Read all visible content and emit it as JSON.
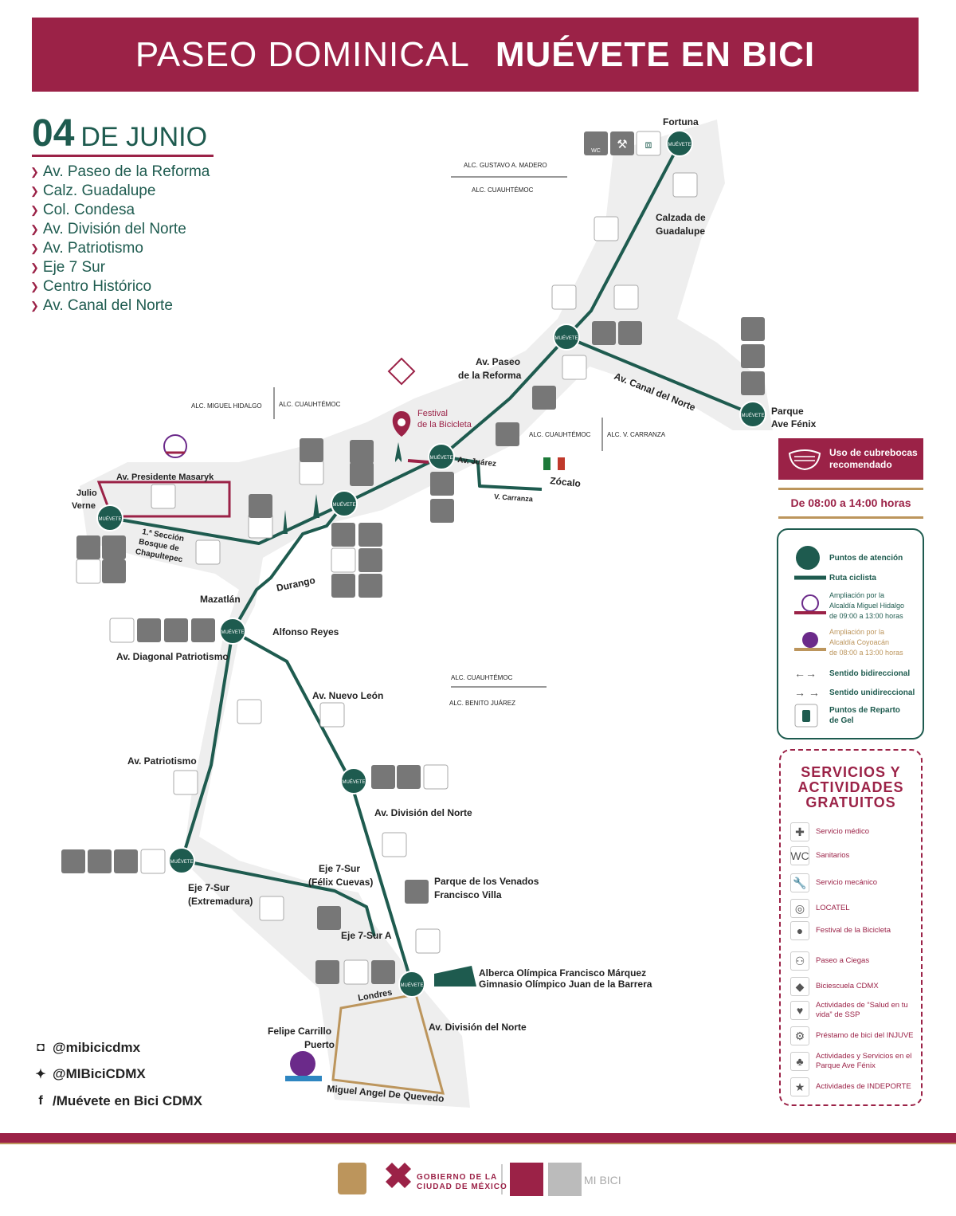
{
  "header": {
    "title_light": "PASEO DOMINICAL",
    "title_bold": "MUÉVETE EN BICI"
  },
  "date": {
    "day": "04",
    "text": "DE JUNIO"
  },
  "routes": [
    "Av. Paseo de la Reforma",
    "Calz. Guadalupe",
    "Col. Condesa",
    "Av. División del Norte",
    "Av. Patriotismo",
    "Eje 7 Sur",
    "Centro Histórico",
    "Av. Canal del Norte"
  ],
  "map_labels": {
    "fortuna": "Fortuna",
    "calzada_guadalupe": [
      "Calzada de",
      "Guadalupe"
    ],
    "alc_gam": "ALC. GUSTAVO A. MADERO",
    "alc_cuauh_1": "ALC. CUAUHTÉMOC",
    "av_paseo_reforma": [
      "Av. Paseo",
      "de la Reforma"
    ],
    "canal_norte": "Av. Canal del Norte",
    "parque_ave_fenix": [
      "Parque",
      "Ave Fénix"
    ],
    "alc_miguel_hidalgo": "ALC. MIGUEL HIDALGO",
    "alc_cuauh_2": "ALC. CUAUHTÉMOC",
    "festival": [
      "Festival",
      "de la Bicicleta"
    ],
    "alc_cuauh_3": "ALC. CUAUHTÉMOC",
    "alc_carranza": "ALC. V. CARRANZA",
    "av_juarez": "Av. Juárez",
    "zocalo": "Zócalo",
    "carranza": "V. Carranza",
    "masaryk": "Av. Presidente Masaryk",
    "julio_verne": [
      "Julio",
      "Verne"
    ],
    "bosque": [
      "1.ª Sección",
      "Bosque de",
      "Chapultepec"
    ],
    "mazatlan": "Mazatlán",
    "durango": "Durango",
    "alfonso_reyes": "Alfonso Reyes",
    "diagonal_patriotismo": "Av. Diagonal Patriotismo",
    "alc_cuauh_4": "ALC. CUAUHTÉMOC",
    "alc_bj": "ALC. BENITO JUÁREZ",
    "nuevo_leon": "Av. Nuevo León",
    "patriotismo": "Av. Patriotismo",
    "division_norte_1": "Av. División del Norte",
    "eje7_felix": [
      "Eje 7-Sur",
      "(Félix Cuevas)"
    ],
    "eje7_extremadura": [
      "Eje 7-Sur",
      "(Extremadura)"
    ],
    "venados": [
      "Parque de los Venados",
      "Francisco Villa"
    ],
    "eje7a": "Eje 7-Sur A",
    "alberca": [
      "Alberca Olímpica Francisco Márquez",
      "Gimnasio Olímpico Juan de la Barrera"
    ],
    "londres": "Londres",
    "felipe_carrillo": [
      "Felipe Carrillo",
      "Puerto"
    ],
    "division_norte_2": "Av. División del Norte",
    "miguel_angel": "Miguel Angel De Quevedo",
    "node_label": "MUÉVETE",
    "wc": "WC"
  },
  "mask_notice": [
    "Uso de cubrebocas",
    "recomendado"
  ],
  "hours": "De 08:00 a 14:00 horas",
  "legend": {
    "puntos_atencion": "Puntos de atención",
    "ruta_ciclista": "Ruta ciclista",
    "ampliacion_mh": [
      "Ampliación por la",
      "Alcaldía Miguel Hidalgo",
      "de 09:00 a 13:00 horas"
    ],
    "ampliacion_coy": [
      "Ampliación por la",
      "Alcaldía Coyoacán",
      "de 08:00 a 13:00 horas"
    ],
    "bidireccional": "Sentido bidireccional",
    "unidireccional": "Sentido unidireccional",
    "gel": [
      "Puntos de Reparto",
      "de Gel"
    ]
  },
  "services": {
    "title": [
      "SERVICIOS Y",
      "ACTIVIDADES",
      "GRATUITOS"
    ],
    "items": [
      {
        "icon": "medical-icon",
        "glyph": "✚",
        "label": "Servicio médico"
      },
      {
        "icon": "toilet-icon",
        "glyph": "WC",
        "label": "Sanitarios"
      },
      {
        "icon": "wrench-icon",
        "glyph": "🔧",
        "label": "Servicio mecánico"
      },
      {
        "icon": "locatel-icon",
        "glyph": "◎",
        "label": "LOCATEL"
      },
      {
        "icon": "pin-icon",
        "glyph": "●",
        "label": "Festival de la Bicicleta"
      },
      {
        "icon": "blind-walk-icon",
        "glyph": "⚇",
        "label": "Paseo a Ciegas"
      },
      {
        "icon": "bike-school-icon",
        "glyph": "◆",
        "label": "Biciescuela CDMX"
      },
      {
        "icon": "health-icon",
        "glyph": "♥",
        "label": "Actividades de “Salud en tu vida” de SSP"
      },
      {
        "icon": "bike-loan-icon",
        "glyph": "⚙",
        "label": "Préstamo de bici del INJUVE"
      },
      {
        "icon": "park-icon",
        "glyph": "♣",
        "label": "Actividades y Servicios en el Parque Ave Fénix"
      },
      {
        "icon": "sport-icon",
        "glyph": "★",
        "label": "Actividades de INDEPORTE"
      }
    ]
  },
  "social": {
    "instagram": "@mibicicdmx",
    "twitter": "@MIBiciCDMX",
    "facebook": "/Muévete en Bici CDMX"
  },
  "footer": {
    "gobierno": [
      "GOBIERNO DE LA",
      "CIUDAD DE MÉXICO"
    ],
    "mibici": "MI BICI"
  },
  "colors": {
    "maroon": "#9b2247",
    "green": "#1e5b4f",
    "gold": "#bc955c",
    "purple": "#6b2a8a"
  }
}
